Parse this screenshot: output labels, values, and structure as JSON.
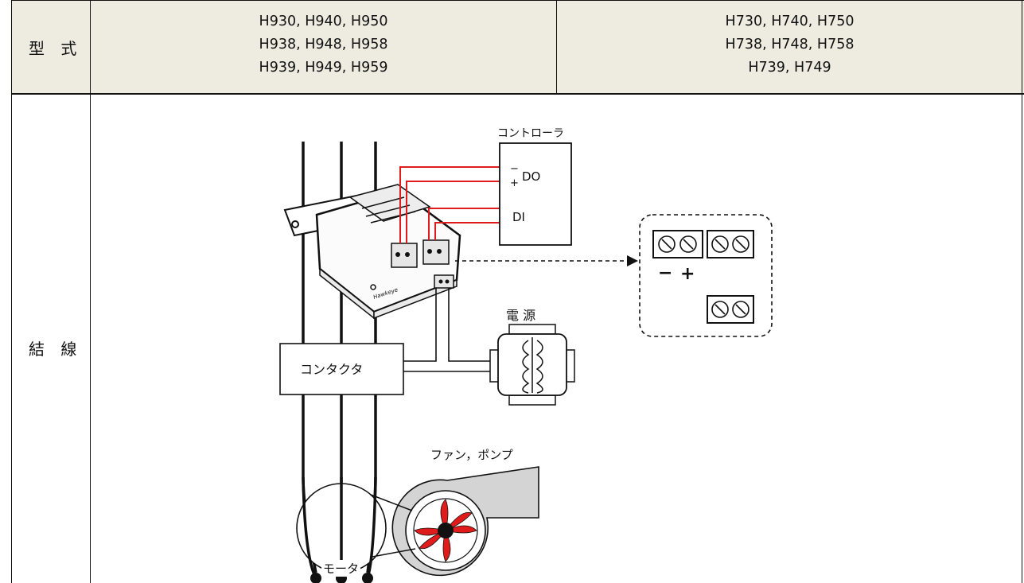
{
  "table": {
    "row1_label": "型 式",
    "row2_label": "結 線",
    "col1_models": [
      "H930, H940, H950",
      "H938, H948, H958",
      "H939, H949, H959"
    ],
    "col2_models": [
      "H730, H740, H750",
      "H738, H748, H758",
      "H739, H749"
    ]
  },
  "diagram": {
    "controller_label": "コントローラ",
    "do_label": "DO",
    "di_label": "DI",
    "minus": "−",
    "plus": "+",
    "power_label": "電 源",
    "contactor_label": "コンタクタ",
    "fan_label": "ファン，ポンプ",
    "motor_label": "モータ",
    "brand_label": "Hawkeye",
    "detail_minus": "−",
    "detail_plus": "+"
  },
  "colors": {
    "header_bg": "#eeece1",
    "wire_red": "#e01b1b",
    "fan_gray": "#d4d4d4"
  }
}
